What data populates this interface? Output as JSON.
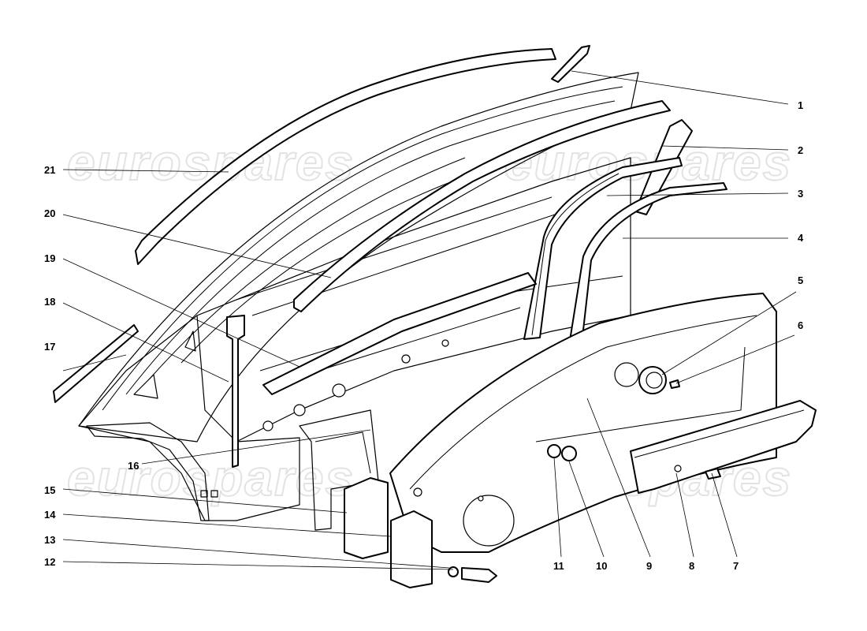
{
  "diagram": {
    "watermark": "eurospares",
    "callouts": [
      {
        "id": "1",
        "label": "1"
      },
      {
        "id": "2",
        "label": "2"
      },
      {
        "id": "3",
        "label": "3"
      },
      {
        "id": "4",
        "label": "4"
      },
      {
        "id": "5",
        "label": "5"
      },
      {
        "id": "6",
        "label": "6"
      },
      {
        "id": "7",
        "label": "7"
      },
      {
        "id": "8",
        "label": "8"
      },
      {
        "id": "9",
        "label": "9"
      },
      {
        "id": "10",
        "label": "10"
      },
      {
        "id": "11",
        "label": "11"
      },
      {
        "id": "12",
        "label": "12"
      },
      {
        "id": "13",
        "label": "13"
      },
      {
        "id": "14",
        "label": "14"
      },
      {
        "id": "15",
        "label": "15"
      },
      {
        "id": "16",
        "label": "16"
      },
      {
        "id": "17",
        "label": "17"
      },
      {
        "id": "18",
        "label": "18"
      },
      {
        "id": "19",
        "label": "19"
      },
      {
        "id": "20",
        "label": "20"
      },
      {
        "id": "21",
        "label": "21"
      }
    ]
  }
}
